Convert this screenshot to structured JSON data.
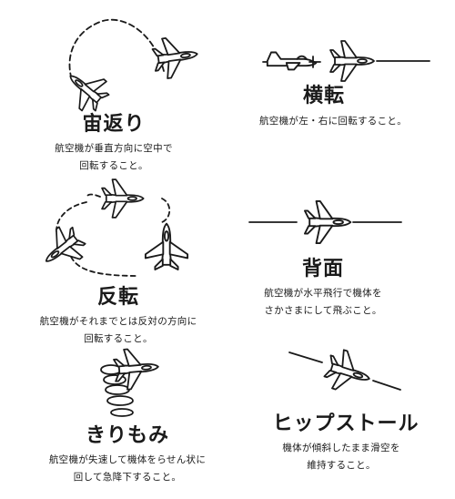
{
  "colors": {
    "ink": "#1a1a1a",
    "plane_fill": "#ffffff"
  },
  "maneuvers": [
    {
      "key": "loop",
      "title": "宙返り",
      "desc": [
        "航空機が垂直方向に空中で",
        "回転すること。"
      ]
    },
    {
      "key": "roll",
      "title": "横転",
      "desc": [
        "航空機が左・右に回転すること。"
      ]
    },
    {
      "key": "reversal",
      "title": "反転",
      "desc": [
        "航空機がそれまでとは反対の方向に",
        "回転すること。"
      ]
    },
    {
      "key": "inverted",
      "title": "背面",
      "desc": [
        "航空機が水平飛行で機体を",
        "さかさまにして飛ぶこと。"
      ]
    },
    {
      "key": "spin",
      "title": "きりもみ",
      "desc": [
        "航空機が失速して機体をらせん状に",
        "回して急降下すること。"
      ]
    },
    {
      "key": "hip-stall",
      "title": "ヒップストール",
      "desc": [
        "機体が傾斜したまま滑空を",
        "維持すること。"
      ]
    }
  ]
}
